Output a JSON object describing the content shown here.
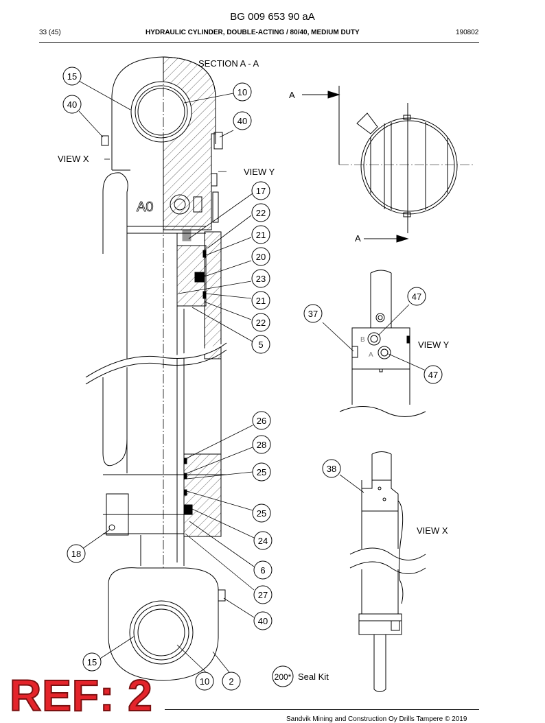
{
  "header": {
    "doc_number": "BG 009 653 90 aA",
    "page": "33 (45)",
    "title": "HYDRAULIC CYLINDER, DOUBLE-ACTING / 80/40, MEDIUM DUTY",
    "date_code": "190802"
  },
  "drawing": {
    "section_label": "SECTION A - A",
    "view_x_label": "VIEW X",
    "view_y_label": "VIEW Y",
    "section_marker": "A",
    "port_a": "A",
    "port_b": "B",
    "body_mark": "A0",
    "callouts": {
      "c15_top": "15",
      "c40_top_left": "40",
      "c10_top": "10",
      "c40_top_right": "40",
      "c17": "17",
      "c22_a": "22",
      "c21_a": "21",
      "c20": "20",
      "c23": "23",
      "c21_b": "21",
      "c22_b": "22",
      "c5": "5",
      "c26": "26",
      "c28": "28",
      "c25_a": "25",
      "c25_b": "25",
      "c24": "24",
      "c18": "18",
      "c6": "6",
      "c27": "27",
      "c40_bottom": "40",
      "c15_bottom": "15",
      "c10_bottom": "10",
      "c2": "2",
      "c47_a": "47",
      "c37": "37",
      "c47_b": "47",
      "c38": "38"
    },
    "seal_kit_number": "200*",
    "seal_kit_label": "Seal Kit"
  },
  "footer": {
    "copyright": "Sandvik Mining and Construction Oy Drills Tampere © 2019"
  },
  "stamp": {
    "text": "REF: 2",
    "color": "#e4242b"
  }
}
